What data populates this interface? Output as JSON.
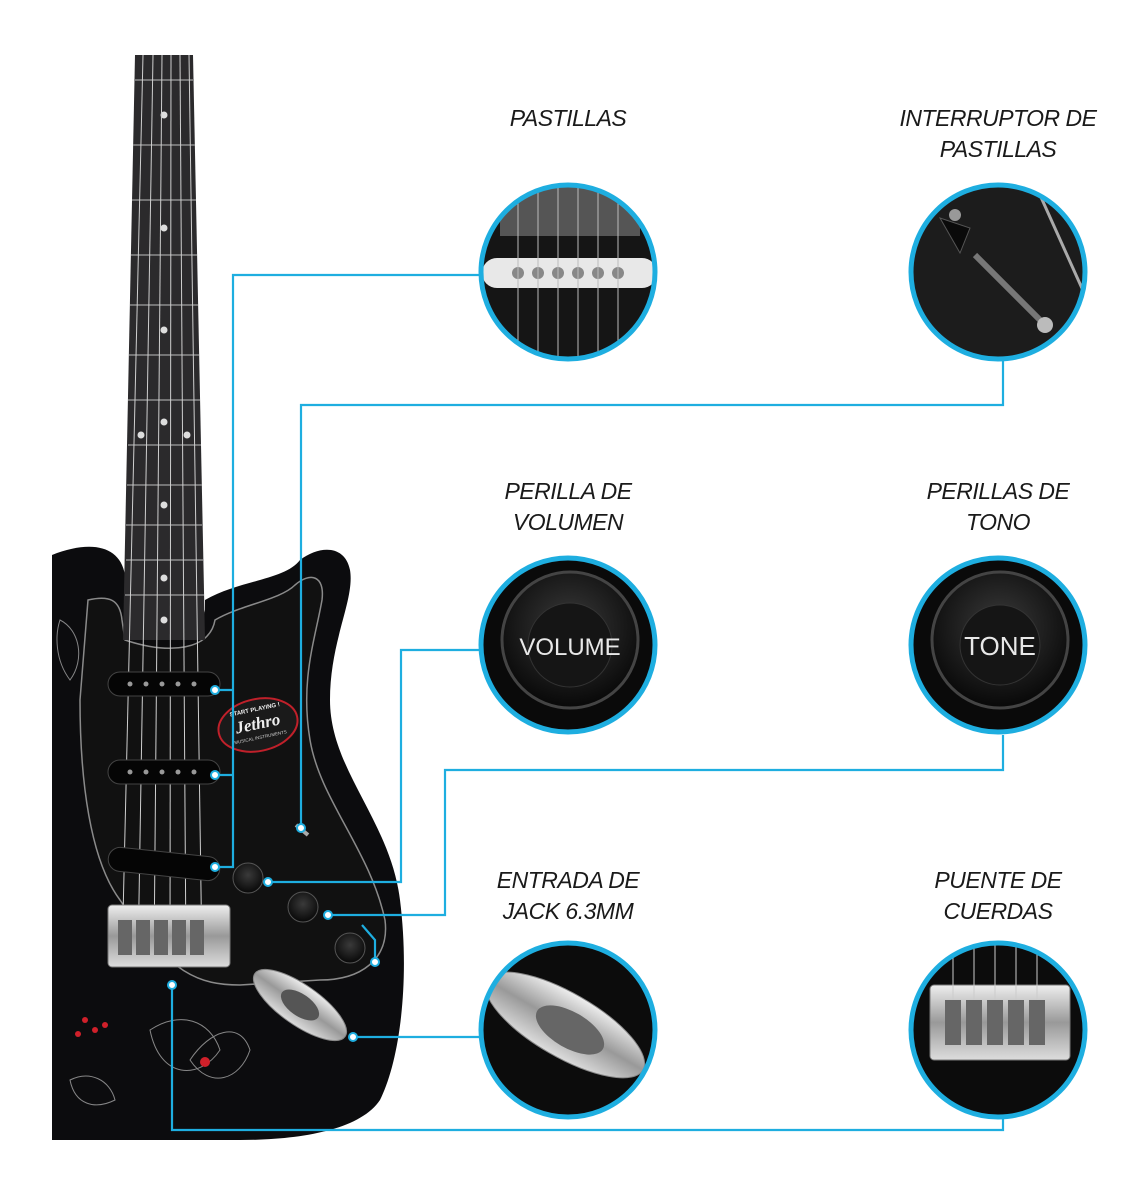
{
  "colors": {
    "accent": "#1eaee0",
    "body": "#0c0c0e",
    "chrome": "#c9c9cc"
  },
  "brand": {
    "logo": "Jethro",
    "tagline": "START PLAYING !",
    "sub": "MUSICAL INSTRUMENTS"
  },
  "labels": {
    "pickups": [
      "PASTILLAS"
    ],
    "pickup_switch": [
      "INTERRUPTOR DE",
      "PASTILLAS"
    ],
    "volume_knob": [
      "PERILLA DE",
      "VOLUMEN"
    ],
    "tone_knobs": [
      "PERILLAS DE",
      "TONO"
    ],
    "jack_input": [
      "ENTRADA DE",
      "JACK 6.3MM"
    ],
    "bridge": [
      "PUENTE DE",
      "CUERDAS"
    ]
  },
  "knobs": {
    "volume": "VOLUME",
    "tone": "TONE"
  }
}
